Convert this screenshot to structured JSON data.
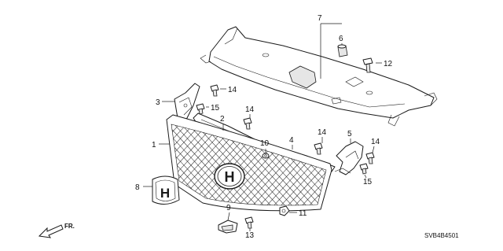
{
  "callouts": {
    "c1": "1",
    "c2": "2",
    "c3": "3",
    "c4": "4",
    "c5": "5",
    "c6": "6",
    "c7": "7",
    "c8": "8",
    "c9": "9",
    "c10": "10",
    "c11": "11",
    "c12": "12",
    "c13": "13",
    "c14a": "14",
    "c14b": "14",
    "c14c": "14",
    "c14d": "14",
    "c15a": "15",
    "c15b": "15"
  },
  "direction": {
    "label": "FR."
  },
  "diagram_code": "SVB4B4501",
  "emblem_letter": "H"
}
